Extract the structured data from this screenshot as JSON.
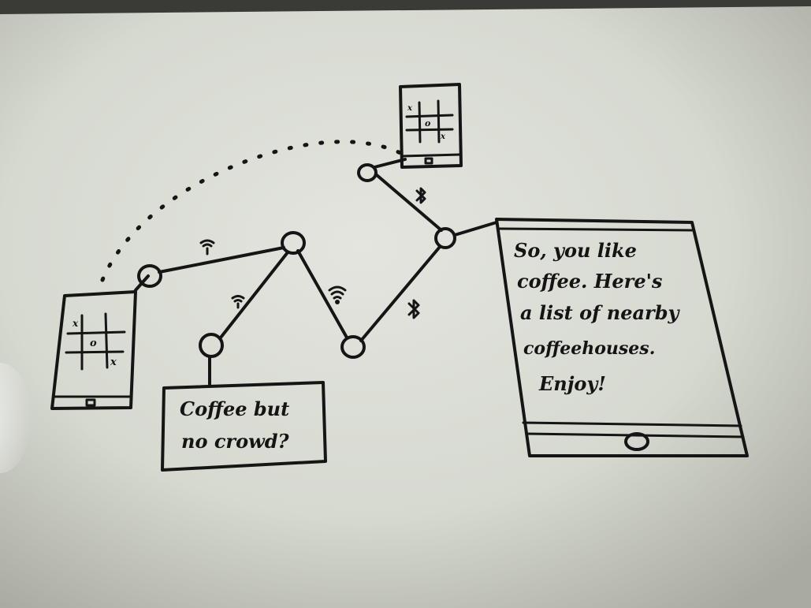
{
  "colors": {
    "board": "#d9dcd4",
    "board_shadow": "#8f918a",
    "frame": "#2b2b28",
    "ink": "#151515"
  },
  "icons": [
    "wifi-icon",
    "bluetooth-icon",
    "tic-tac-toe-board-icon",
    "home-button-icon"
  ],
  "left_phone": {
    "marks": [
      "x",
      "o",
      "x"
    ]
  },
  "top_phone": {
    "marks": [
      "x",
      "o",
      "x"
    ]
  },
  "speech_box": {
    "line1": "Coffee but",
    "line2": "no crowd?"
  },
  "tablet_message": {
    "line1": "So, you like",
    "line2": "coffee. Here's",
    "line3": "a list of nearby",
    "line4": "coffeehouses.",
    "line5": "Enjoy!"
  }
}
